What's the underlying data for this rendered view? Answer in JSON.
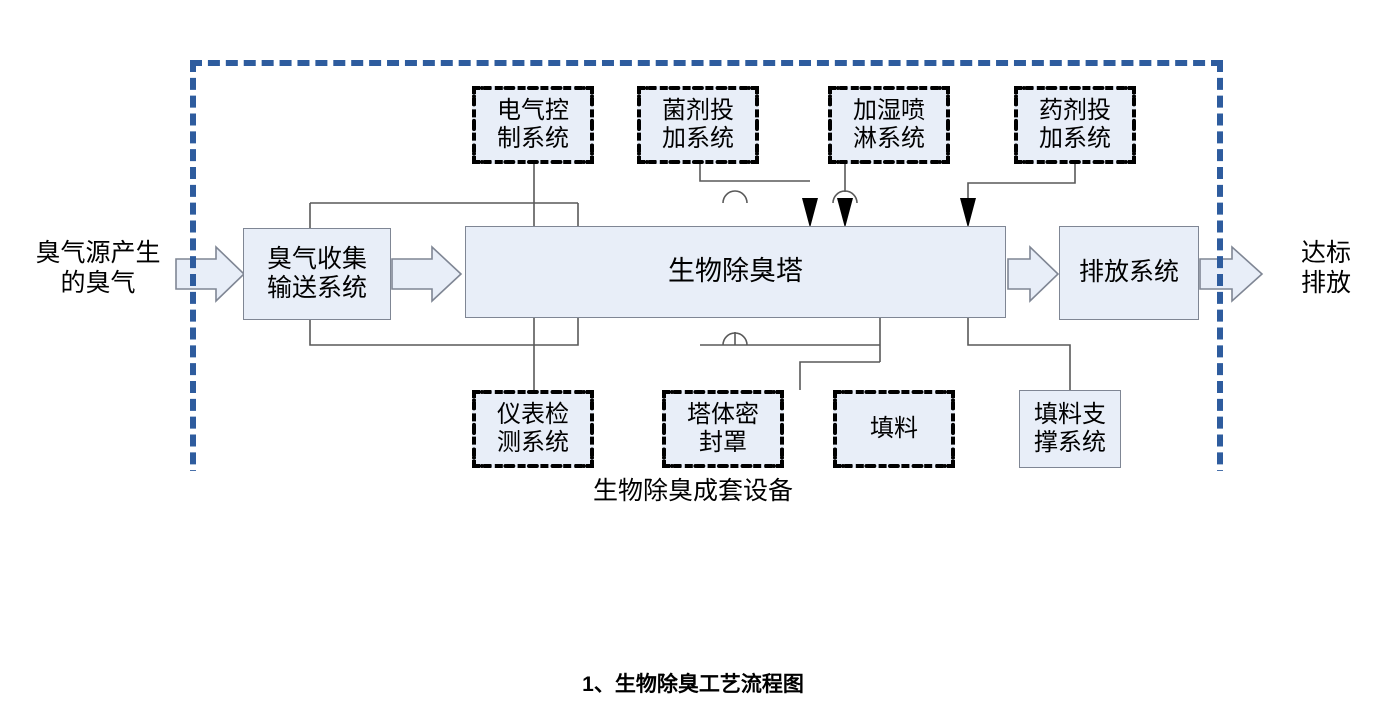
{
  "caption": "1、生物除臭工艺流程图",
  "frame": {
    "label": "生物除臭成套设备",
    "border_color": "#2e5c9e",
    "style": "dashed"
  },
  "colors": {
    "box_fill": "#e8eef8",
    "box_border": "#7f8694",
    "subsystem_border": "#000000",
    "frame_blue": "#2e5c9e",
    "connector": "#595959"
  },
  "endpoints": {
    "input": "臭气源产生\n的臭气",
    "output": "达标\n排放"
  },
  "process": {
    "collect": "臭气收集\n输送系统",
    "tower": "生物除臭塔",
    "discharge": "排放系统"
  },
  "subsystems_top": [
    {
      "label": "电气控\n制系统",
      "style": "dash-dot"
    },
    {
      "label": "菌剂投\n加系统",
      "style": "dash-dot"
    },
    {
      "label": "加湿喷\n淋系统",
      "style": "dash-dot"
    },
    {
      "label": "药剂投\n加系统",
      "style": "dash-dot"
    }
  ],
  "subsystems_bottom": [
    {
      "label": "仪表检\n测系统",
      "style": "dash-dot"
    },
    {
      "label": "塔体密\n封罩",
      "style": "dash-dot"
    },
    {
      "label": "填料",
      "style": "dash-dot"
    },
    {
      "label": "填料支\n撑系统",
      "style": "solid"
    }
  ]
}
